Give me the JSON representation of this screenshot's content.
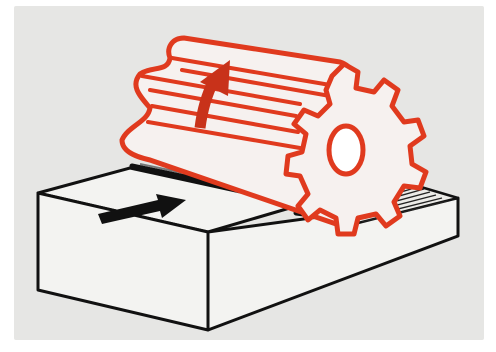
{
  "figure": {
    "background_color": "#e6e6e4",
    "line_color": "#111111",
    "accent_color": "#e03a1e",
    "block_fill": "#f3f3f1",
    "cutter_fill": "#f6f1ef",
    "feed_arrow_color": "#111111",
    "rotation_arrow_color": "#c8321a",
    "parts": [
      "workpiece-block",
      "milled-surface",
      "milling-cutter",
      "feed-arrow",
      "rotation-arrow"
    ]
  }
}
